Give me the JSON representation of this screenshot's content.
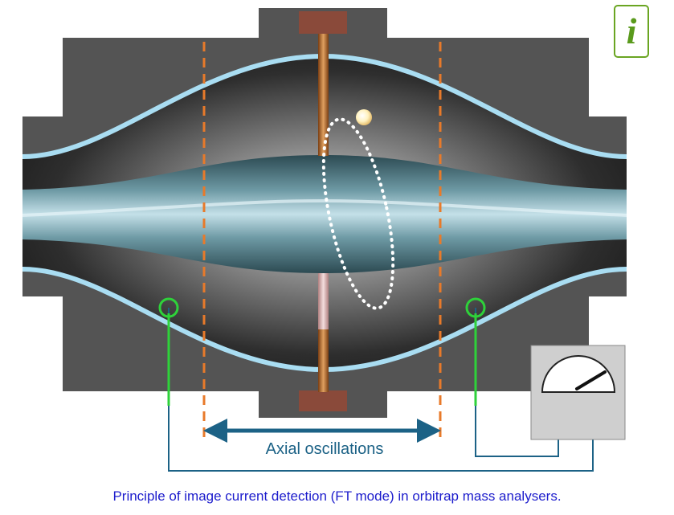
{
  "info_button": {
    "label": "i"
  },
  "diagram": {
    "arrow_label": "Axial oscillations",
    "colors": {
      "housing": "#545454",
      "electrode_edge": "#a9ddf2",
      "central_electrode": "#5e8e9a",
      "detection_wire": "#2ed23a",
      "oscillation_limit": "#e87a2a",
      "axial_arrow": "#1c6286",
      "ion": "#fff2c0"
    }
  },
  "caption": "Principle of image current detection (FT mode) in orbitrap mass analysers."
}
